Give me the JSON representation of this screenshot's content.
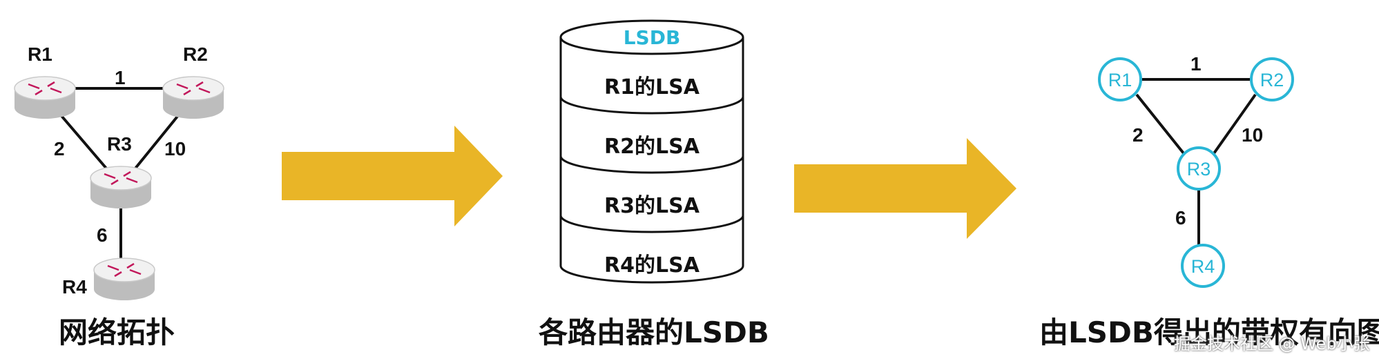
{
  "colors": {
    "arrow": "#E9B527",
    "cyan": "#29B6D6",
    "router_accent": "#C2185B",
    "line": "#111111"
  },
  "topology": {
    "routers": [
      {
        "id": "R1",
        "label": "R1"
      },
      {
        "id": "R2",
        "label": "R2"
      },
      {
        "id": "R3",
        "label": "R3"
      },
      {
        "id": "R4",
        "label": "R4"
      }
    ],
    "links": [
      {
        "from": "R1",
        "to": "R2",
        "cost": "1"
      },
      {
        "from": "R1",
        "to": "R3",
        "cost": "2"
      },
      {
        "from": "R2",
        "to": "R3",
        "cost": "10"
      },
      {
        "from": "R3",
        "to": "R4",
        "cost": "6"
      }
    ],
    "caption": "网络拓扑"
  },
  "lsdb": {
    "title": "LSDB",
    "records": [
      "R1的LSA",
      "R2的LSA",
      "R3的LSA",
      "R4的LSA"
    ],
    "caption": "各路由器的LSDB"
  },
  "graph": {
    "nodes": [
      {
        "id": "R1",
        "label": "R1"
      },
      {
        "id": "R2",
        "label": "R2"
      },
      {
        "id": "R3",
        "label": "R3"
      },
      {
        "id": "R4",
        "label": "R4"
      }
    ],
    "edges": [
      {
        "from": "R1",
        "to": "R2",
        "weight": "1"
      },
      {
        "from": "R1",
        "to": "R3",
        "weight": "2"
      },
      {
        "from": "R2",
        "to": "R3",
        "weight": "10"
      },
      {
        "from": "R3",
        "to": "R4",
        "weight": "6"
      }
    ],
    "caption": "由LSDB得出的带权有向图"
  },
  "watermark": "掘金技术社区 @ Web小张"
}
